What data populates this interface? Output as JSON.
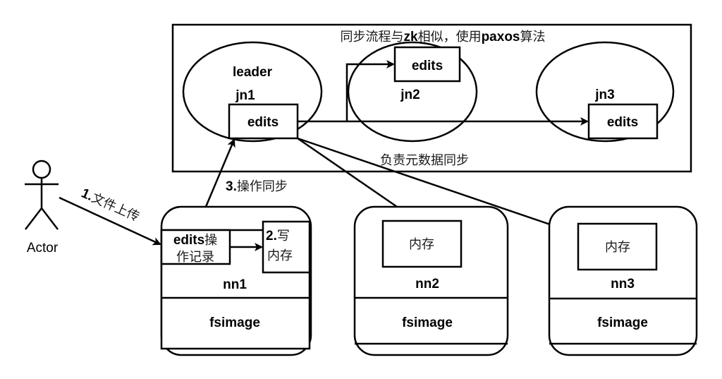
{
  "diagram": {
    "journal_cluster": {
      "title_parts": [
        "同步流程与",
        "zk",
        "相似，使用",
        "paxos",
        "算法"
      ],
      "caption": "负责元数据同步",
      "nodes": [
        {
          "id": "jn1",
          "name": "jn1",
          "role": "leader",
          "edits_label": "edits"
        },
        {
          "id": "jn2",
          "name": "jn2",
          "edits_label": "edits"
        },
        {
          "id": "jn3",
          "name": "jn3",
          "edits_label": "edits"
        }
      ]
    },
    "actor": {
      "label": "Actor"
    },
    "steps": {
      "upload": {
        "num": "1.",
        "text": "文件上传"
      },
      "write_mem": {
        "num": "2.",
        "line1": "写",
        "line2": "内存"
      },
      "sync": {
        "num": "3.",
        "text": "操作同步"
      }
    },
    "namenodes": [
      {
        "id": "nn1",
        "name": "nn1",
        "edits_box": {
          "bold": "edits",
          "text1": "操",
          "text2": "作记录"
        },
        "fsimage": "fsimage"
      },
      {
        "id": "nn2",
        "name": "nn2",
        "memory": "内存",
        "fsimage": "fsimage"
      },
      {
        "id": "nn3",
        "name": "nn3",
        "memory": "内存",
        "fsimage": "fsimage"
      }
    ]
  }
}
